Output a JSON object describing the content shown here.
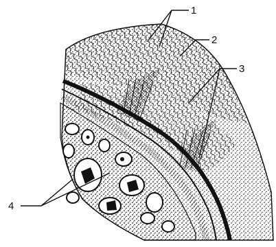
{
  "labels": [
    {
      "id": "1",
      "text": "1"
    },
    {
      "id": "2",
      "text": "2"
    },
    {
      "id": "3",
      "text": "3"
    },
    {
      "id": "4",
      "text": "4"
    }
  ],
  "colors": {
    "ink": "#111111",
    "paper": "#ffffff"
  }
}
